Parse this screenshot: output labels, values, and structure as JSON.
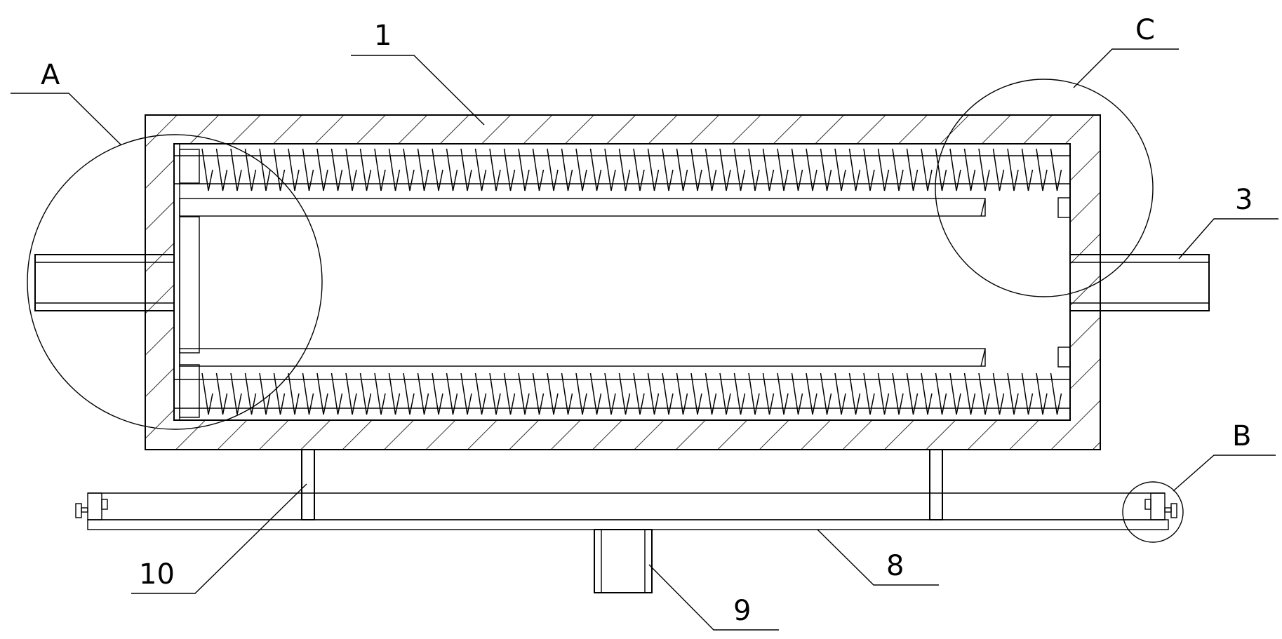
{
  "figure": {
    "labels": {
      "A": "A",
      "C": "C",
      "B": "B",
      "n1": "1",
      "n3": "3",
      "n8": "8",
      "n9": "9",
      "n10": "10"
    }
  },
  "colors": {
    "line": "#000000",
    "background": "#ffffff"
  }
}
